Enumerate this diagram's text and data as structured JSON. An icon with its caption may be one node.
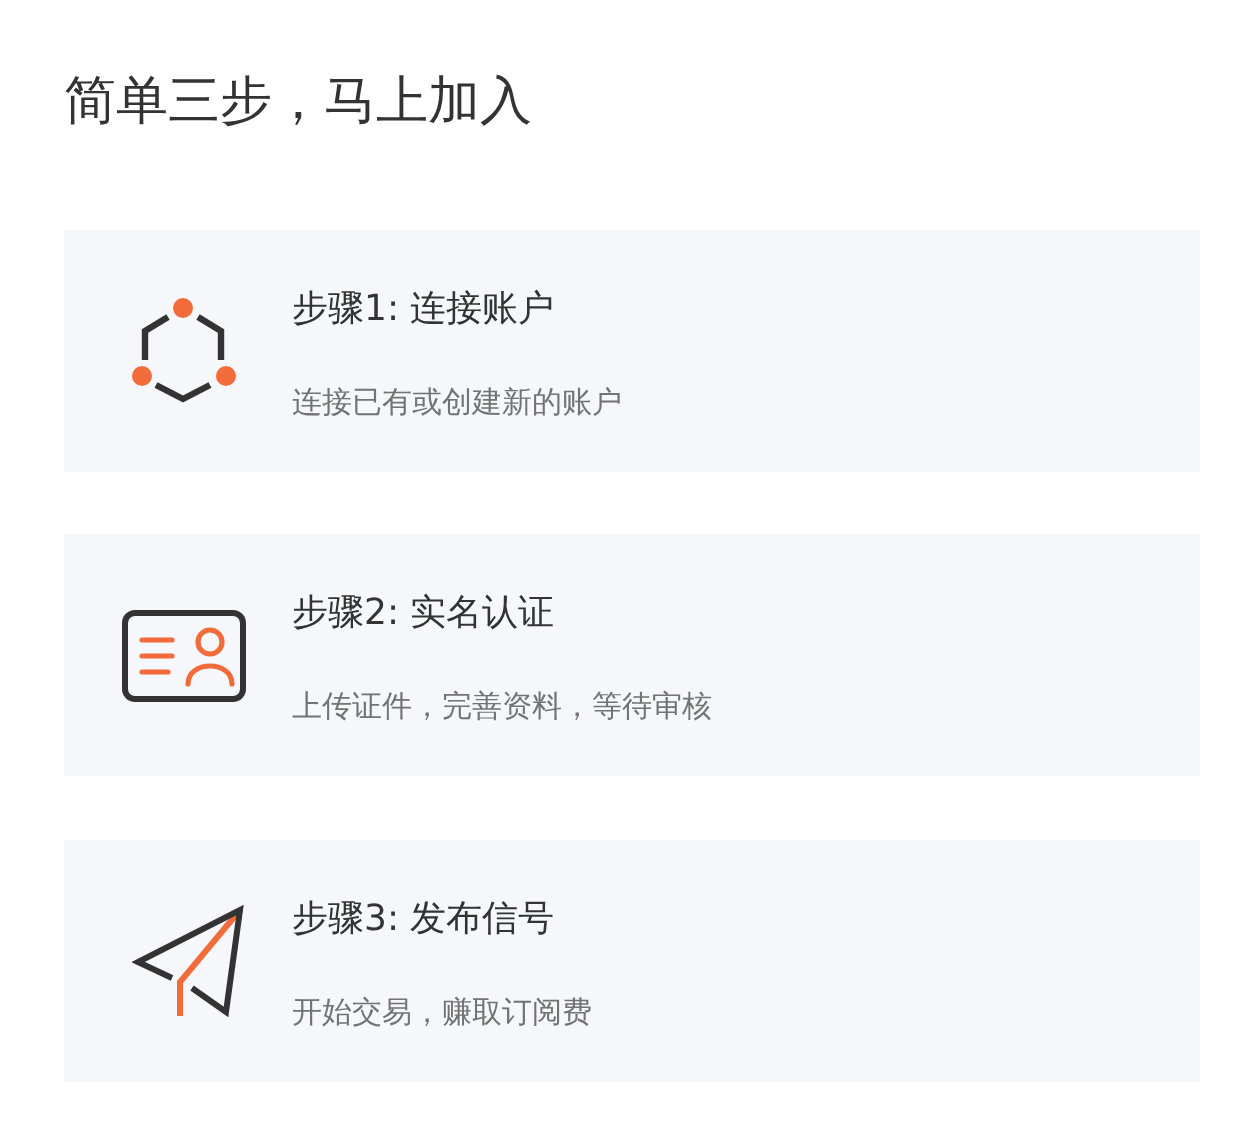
{
  "diagram": {
    "title": "简单三步，马上加入",
    "nodes": [
      {
        "text": [
          "步骤1: 连接账户",
          "连接已有或创建新的账户"
        ]
      },
      {
        "text": [
          "步骤2: 实名认证",
          "上传证件，完善资料，等待审核"
        ]
      },
      {
        "text": [
          "步骤3: 发布信号",
          "开始交易，赚取订阅费"
        ]
      }
    ],
    "edges": []
  }
}
